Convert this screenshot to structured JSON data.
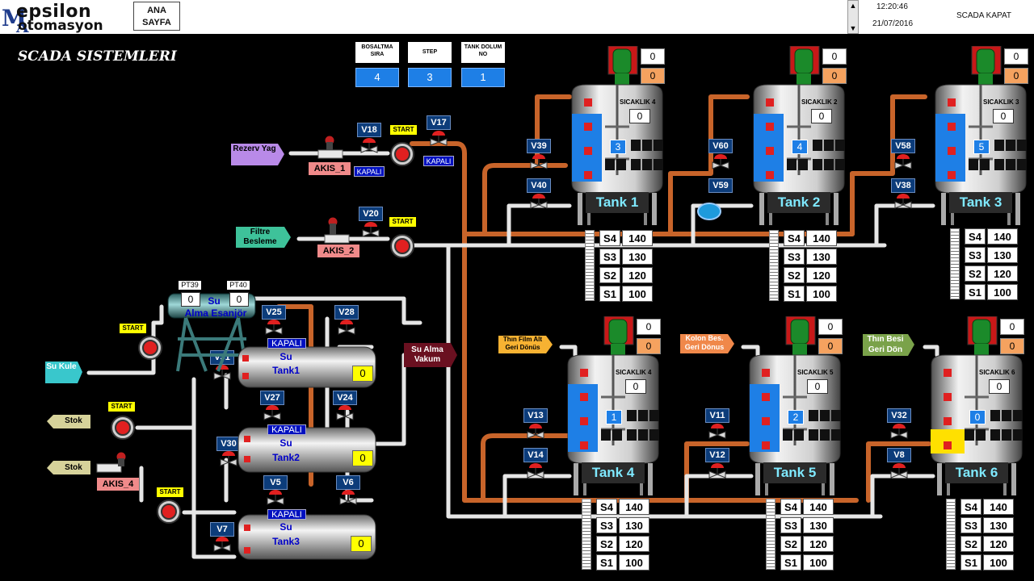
{
  "header": {
    "logo_top": "epsilon",
    "logo_bottom": "otomasyon",
    "logo_m": "M",
    "logo_a": "A",
    "home_button": "ANA SAYFA",
    "time": "12:20:46",
    "date": "21/07/2016",
    "close_button": "SCADA KAPAT"
  },
  "title": "SCADA SISTEMLERI",
  "summary": {
    "bosaltma": {
      "label": "BOSALTMA SIRA",
      "value": "4"
    },
    "step": {
      "label": "STEP",
      "value": "3"
    },
    "tank_dolum": {
      "label": "TANK DOLUM NO",
      "value": "1"
    }
  },
  "sources": {
    "rezerv": "Rezerv Yag",
    "filtre": "Filtre Besleme",
    "su_kule": "Su Kule",
    "stok1": "Stok",
    "stok2": "Stok",
    "su_alma_vakum": "Su Alma Vakum",
    "ince_film": "Thın Film Alt Geri Dönüs",
    "kolon": "Kolon Bes. Geri Dönus",
    "thin_besi": "Thın Besi Geri Dön"
  },
  "flows": {
    "akis1": "AKIS_1",
    "akis2": "AKIS_2",
    "akis4": "AKIS_4"
  },
  "start_label": "START",
  "kapali_label": "KAPALI",
  "valves": {
    "v18": "V18",
    "v17": "V17",
    "v20": "V20",
    "v39": "V39",
    "v40": "V40",
    "v60": "V60",
    "v59": "V59",
    "v58": "V58",
    "v38": "V38",
    "v13": "V13",
    "v14": "V14",
    "v11": "V11",
    "v12": "V12",
    "v32": "V32",
    "v8": "V8",
    "v25": "V25",
    "v28": "V28",
    "v31": "V31",
    "v27": "V27",
    "v24": "V24",
    "v30": "V30",
    "v5": "V5",
    "v6": "V6",
    "v7": "V7"
  },
  "exchanger": {
    "label_top": "Su",
    "label_bot": "Alma Esanjör",
    "pt39": "PT39",
    "pt40": "PT40",
    "pt39_val": "0",
    "pt40_val": "0"
  },
  "water_tanks": [
    {
      "name_top": "Su",
      "name_bot": "Tank1",
      "value": "0"
    },
    {
      "name_top": "Su",
      "name_bot": "Tank2",
      "value": "0"
    },
    {
      "name_top": "Su",
      "name_bot": "Tank3",
      "value": "0"
    }
  ],
  "tanks": [
    {
      "name": "Tank 1",
      "sic_label": "SICAKLIK 4",
      "sic": "0",
      "motor_a": "0",
      "motor_b": "0",
      "level_no": "3",
      "levels": [
        {
          "k": "S4",
          "v": "140"
        },
        {
          "k": "S3",
          "v": "130"
        },
        {
          "k": "S2",
          "v": "120"
        },
        {
          "k": "S1",
          "v": "100"
        }
      ]
    },
    {
      "name": "Tank 2",
      "sic_label": "SICAKLIK 2",
      "sic": "0",
      "motor_a": "0",
      "motor_b": "0",
      "level_no": "4",
      "levels": [
        {
          "k": "S4",
          "v": "140"
        },
        {
          "k": "S3",
          "v": "130"
        },
        {
          "k": "S2",
          "v": "120"
        },
        {
          "k": "S1",
          "v": "100"
        }
      ]
    },
    {
      "name": "Tank 3",
      "sic_label": "SICAKLIK 3",
      "sic": "0",
      "motor_a": "0",
      "motor_b": "0",
      "level_no": "5",
      "levels": [
        {
          "k": "S4",
          "v": "140"
        },
        {
          "k": "S3",
          "v": "130"
        },
        {
          "k": "S2",
          "v": "120"
        },
        {
          "k": "S1",
          "v": "100"
        }
      ]
    },
    {
      "name": "Tank 4",
      "sic_label": "SICAKLIK 4",
      "sic": "0",
      "motor_a": "0",
      "motor_b": "0",
      "level_no": "1",
      "levels": [
        {
          "k": "S4",
          "v": "140"
        },
        {
          "k": "S3",
          "v": "130"
        },
        {
          "k": "S2",
          "v": "120"
        },
        {
          "k": "S1",
          "v": "100"
        }
      ]
    },
    {
      "name": "Tank 5",
      "sic_label": "SICAKLIK 5",
      "sic": "0",
      "motor_a": "0",
      "motor_b": "0",
      "level_no": "2",
      "levels": [
        {
          "k": "S4",
          "v": "140"
        },
        {
          "k": "S3",
          "v": "130"
        },
        {
          "k": "S2",
          "v": "120"
        },
        {
          "k": "S1",
          "v": "100"
        }
      ]
    },
    {
      "name": "Tank 6",
      "sic_label": "SICAKLIK 6",
      "sic": "0",
      "motor_a": "0",
      "motor_b": "0",
      "level_no": "0",
      "levels": [
        {
          "k": "S4",
          "v": "140"
        },
        {
          "k": "S3",
          "v": "130"
        },
        {
          "k": "S2",
          "v": "120"
        },
        {
          "k": "S1",
          "v": "100"
        }
      ]
    }
  ],
  "colors": {
    "pipe_hot": "#c8642a",
    "pipe_cold": "#e6e6e6",
    "level_blue": "#1e7fe6",
    "alarm_red": "#e02020"
  }
}
